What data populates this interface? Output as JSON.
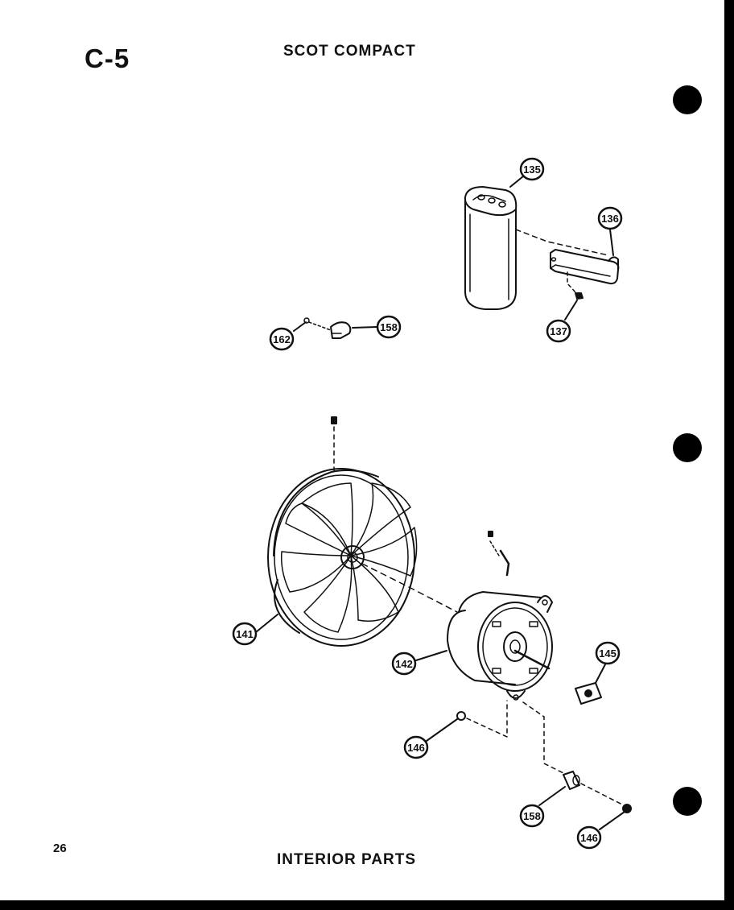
{
  "header": {
    "page_code": "C-5",
    "title": "SCOT COMPACT"
  },
  "footer": {
    "page_number": "26",
    "section_title": "INTERIOR PARTS"
  },
  "diagram": {
    "callouts": [
      {
        "id": "c135",
        "label": "135"
      },
      {
        "id": "c136",
        "label": "136"
      },
      {
        "id": "c137",
        "label": "137"
      },
      {
        "id": "c162",
        "label": "162"
      },
      {
        "id": "c158a",
        "label": "158"
      },
      {
        "id": "c141",
        "label": "141"
      },
      {
        "id": "c142",
        "label": "142"
      },
      {
        "id": "c145",
        "label": "145"
      },
      {
        "id": "c146a",
        "label": "146"
      },
      {
        "id": "c158b",
        "label": "158"
      },
      {
        "id": "c146b",
        "label": "146"
      }
    ]
  },
  "colors": {
    "ink": "#111111",
    "paper": "#ffffff",
    "border": "#000000"
  }
}
